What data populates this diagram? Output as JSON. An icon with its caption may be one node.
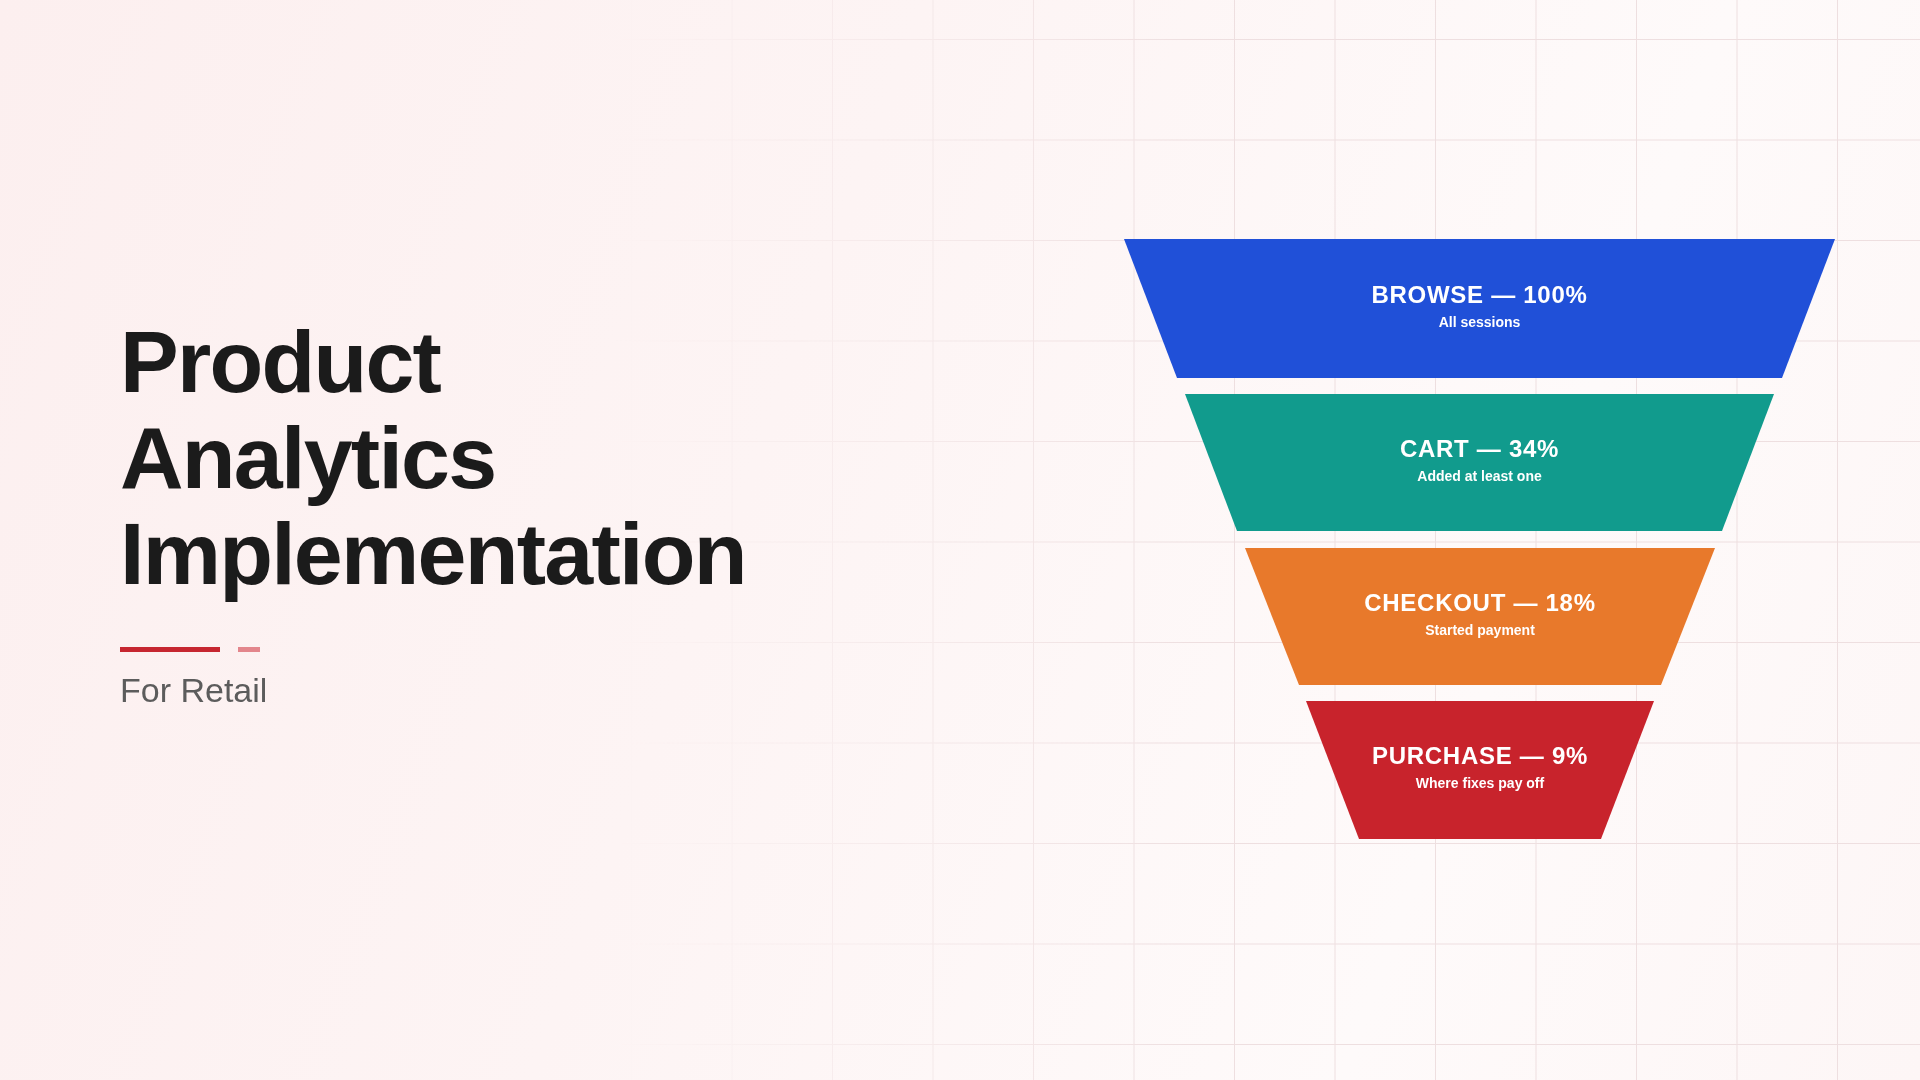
{
  "diagram": {
    "title": "Product Analytics Implementation",
    "nodes": [
      {
        "text": [
          "BROWSE — 100%",
          "All sessions"
        ]
      },
      {
        "text": [
          "CART — 34%",
          "Added at least one"
        ]
      },
      {
        "text": [
          "CHECKOUT — 18%",
          "Started payment"
        ]
      },
      {
        "text": [
          "PURCHASE — 9%",
          "Where fixes pay off"
        ]
      }
    ],
    "labels": [
      "For Retail"
    ]
  }
}
